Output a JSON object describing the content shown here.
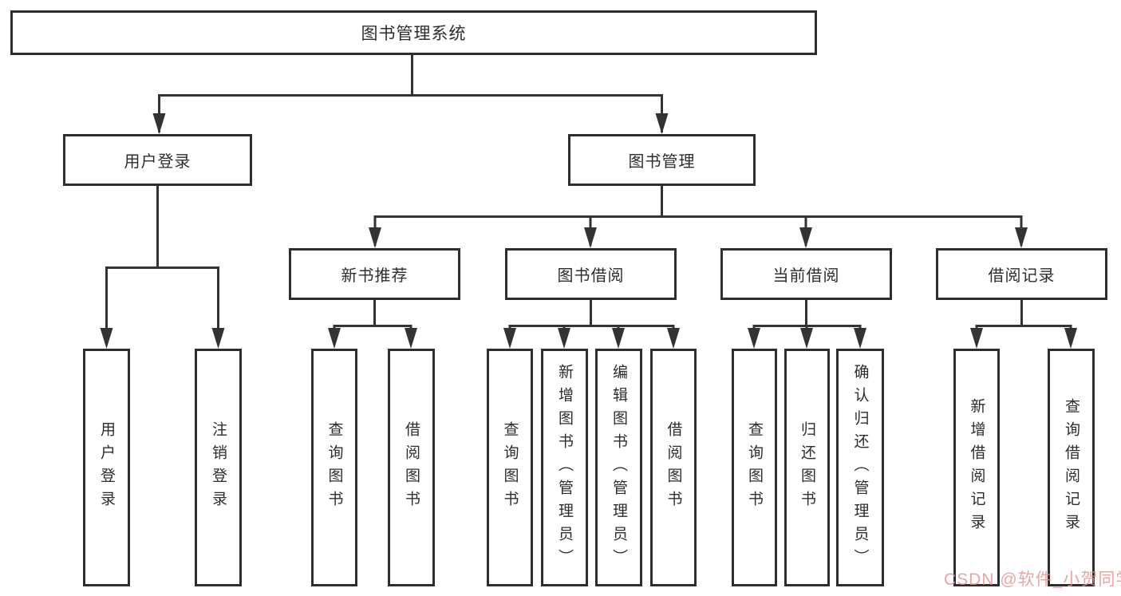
{
  "tree": {
    "root": {
      "label": "图书管理系统"
    },
    "branches": [
      {
        "label": "用户登录",
        "children": [
          {
            "label": "用户登录"
          },
          {
            "label": "注销登录"
          }
        ]
      },
      {
        "label": "图书管理",
        "children": [
          {
            "label": "新书推荐",
            "children": [
              {
                "label": "查询图书"
              },
              {
                "label": "借阅图书"
              }
            ]
          },
          {
            "label": "图书借阅",
            "children": [
              {
                "label": "查询图书"
              },
              {
                "label": "新增图书（管理员）"
              },
              {
                "label": "编辑图书（管理员）"
              },
              {
                "label": "借阅图书"
              }
            ]
          },
          {
            "label": "当前借阅",
            "children": [
              {
                "label": "查询图书"
              },
              {
                "label": "归还图书"
              },
              {
                "label": "确认归还（管理员）"
              }
            ]
          },
          {
            "label": "借阅记录",
            "children": [
              {
                "label": "新增借阅记录"
              },
              {
                "label": "查询借阅记录"
              }
            ]
          }
        ]
      }
    ]
  },
  "watermark": {
    "text": "CSDN @软件_小贺同学"
  },
  "colors": {
    "line": "#333333",
    "box_border": "#2e2e2e",
    "text": "#2d2d2d",
    "watermark": "#e58f8f",
    "background": "#ffffff"
  }
}
